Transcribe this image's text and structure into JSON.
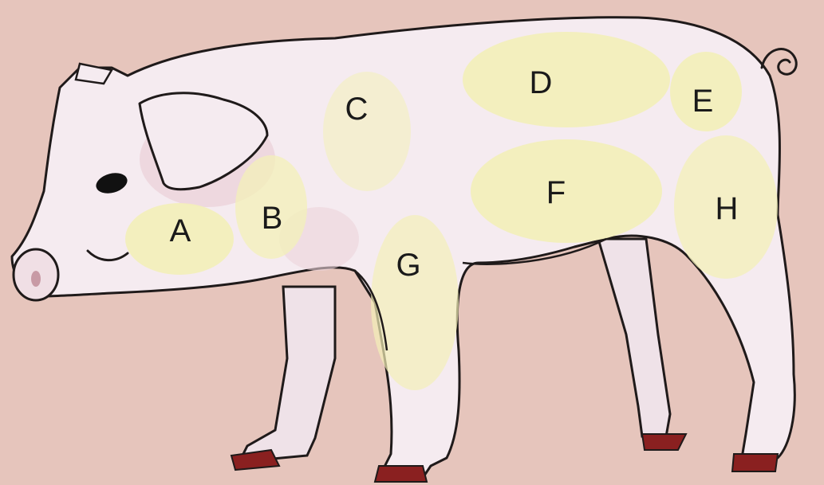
{
  "background": "#e6c5bc",
  "colors": {
    "pig_body": "#f5ebf0",
    "pig_shade": "#ecd3db",
    "region_highlight": "#f3f0b8",
    "outline": "#1f1a1a",
    "hoof": "#8a2020"
  },
  "regions": [
    {
      "id": "a",
      "label": "A"
    },
    {
      "id": "b",
      "label": "B"
    },
    {
      "id": "c",
      "label": "C"
    },
    {
      "id": "d",
      "label": "D"
    },
    {
      "id": "e",
      "label": "E"
    },
    {
      "id": "f",
      "label": "F"
    },
    {
      "id": "g",
      "label": "G"
    },
    {
      "id": "h",
      "label": "H"
    }
  ]
}
